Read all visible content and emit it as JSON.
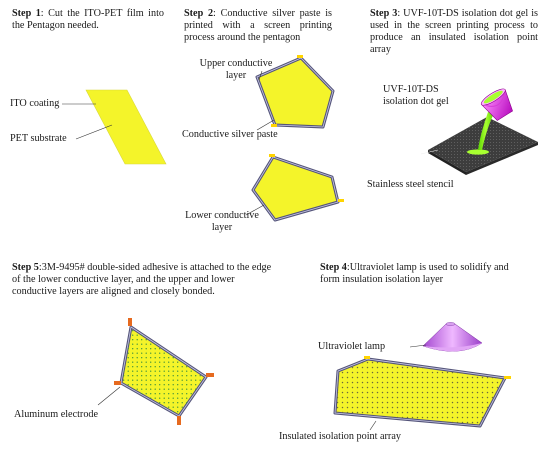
{
  "steps": {
    "s1": {
      "num": "Step 1",
      "text": ": Cut the ITO-PET film into the Pentagon needed."
    },
    "s2": {
      "num": "Step 2",
      "text": ": Conductive silver paste is printed with a screen printing process around the pentagon"
    },
    "s3": {
      "num": "Step 3",
      "text": ": UVF-10T-DS isolation dot gel is used in the screen printing process to produce an insulated isolation point array"
    },
    "s4": {
      "num": "Step 4",
      "text": ":Ultraviolet lamp is used to solidify and form insulation isolation layer"
    },
    "s5": {
      "num": "Step 5",
      "text": ":3M-9495# double-sided adhesive is attached to the edge of the lower conductive layer, and the upper and lower conductive layers are aligned and closely bonded."
    }
  },
  "labels": {
    "ito_coating": "ITO coating",
    "pet_substrate": "PET substrate",
    "upper_layer_1": "Upper conductive",
    "upper_layer_2": "layer",
    "silver_paste": "Conductive silver paste",
    "lower_layer_1": "Lower conductive",
    "lower_layer_2": "layer",
    "gel_1": "UVF-10T-DS",
    "gel_2": "isolation dot gel",
    "stencil": "Stainless steel stencil",
    "uv_lamp": "Ultraviolet lamp",
    "point_array": "Insulated isolation point array",
    "electrode": "Aluminum electrode"
  },
  "colors": {
    "film_yellow": "#f4f42a",
    "silver_border": "#55557a",
    "stencil_gray": "#3d3d3d",
    "gel_green": "#80f000",
    "bucket_magenta": "#e63ae6",
    "lamp_purple": "#c67de0",
    "electrode_orange": "#e66a1f",
    "dot_gray": "#6b6b3a",
    "tab_yellow": "#ffd400"
  }
}
